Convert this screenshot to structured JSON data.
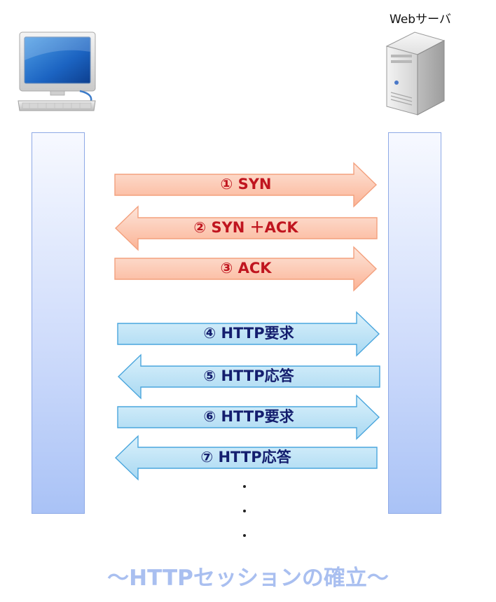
{
  "server": {
    "label": "Webサーバ",
    "icon": "server-icon"
  },
  "client": {
    "icon": "desktop-computer-icon"
  },
  "messages": [
    {
      "label": "① SYN",
      "direction": "client-to-server",
      "kind": "tcp"
    },
    {
      "label": "② SYN ＋ACK",
      "direction": "server-to-client",
      "kind": "tcp"
    },
    {
      "label": "③ ACK",
      "direction": "client-to-server",
      "kind": "tcp"
    },
    {
      "label": "④ HTTP要求",
      "direction": "client-to-server",
      "kind": "http"
    },
    {
      "label": "⑤ HTTP応答",
      "direction": "server-to-client",
      "kind": "http"
    },
    {
      "label": "⑥ HTTP要求",
      "direction": "client-to-server",
      "kind": "http"
    },
    {
      "label": "⑦ HTTP応答",
      "direction": "server-to-client",
      "kind": "http"
    }
  ],
  "footer": {
    "title": "〜HTTPセッションの確立〜"
  },
  "colors": {
    "tcp_fill_top": "#fde5da",
    "tcp_fill_bottom": "#fbb395",
    "tcp_stroke": "#f3a07d",
    "tcp_text": "#c0151f",
    "http_fill_top": "#dbf1fb",
    "http_fill_bottom": "#a8d8f2",
    "http_stroke": "#4aa6dd",
    "http_text": "#141e6e",
    "lifeline_border": "#8ea9e6",
    "footer_text": "#a9bff0"
  }
}
